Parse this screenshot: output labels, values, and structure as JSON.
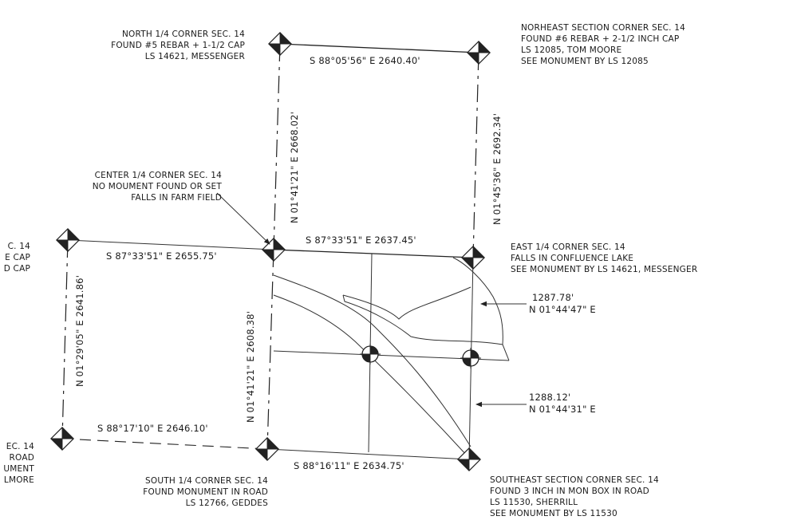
{
  "corners": {
    "north_quarter": [
      "NORTH 1/4 CORNER SEC. 14",
      "FOUND #5 REBAR + 1-1/2 CAP",
      "LS 14621, MESSENGER"
    ],
    "northeast_section": [
      "NORHEAST SECTION CORNER SEC. 14",
      "FOUND #6 REBAR + 2-1/2 INCH CAP",
      "LS 12085, TOM MOORE",
      "SEE MONUMENT BY LS 12085"
    ],
    "center_quarter": [
      "CENTER 1/4 CORNER SEC. 14",
      "NO MOUMENT FOUND OR SET",
      "FALLS IN FARM FIELD"
    ],
    "east_quarter": [
      "EAST 1/4 CORNER SEC. 14",
      "FALLS IN CONFLUENCE LAKE",
      "SEE MONUMENT BY LS 14621, MESSENGER"
    ],
    "south_quarter": [
      "SOUTH 1/4 CORNER SEC. 14",
      "FOUND MONUMENT IN ROAD",
      "LS 12766, GEDDES"
    ],
    "southeast_section": [
      "SOUTHEAST SECTION CORNER SEC. 14",
      "FOUND 3 INCH IN MON BOX IN ROAD",
      "LS 11530, SHERRILL",
      "SEE MONUMENT BY LS 11530"
    ],
    "west_quarter_partial": [
      "C. 14",
      "E CAP",
      "D CAP"
    ],
    "southwest_partial": [
      "EC. 14",
      "ROAD",
      "UMENT",
      "LMORE"
    ]
  },
  "bearings": {
    "north_east_half": "S 88°05'56\" E 2640.40'",
    "center_east_west_east": "S 87°33'51\" E 2637.45'",
    "center_east_west_west": "S 87°33'51\" E 2655.75'",
    "north_center_line": "N 01°41'21\" E 2668.02'",
    "east_line_north": "N 01°45'36\" E 2692.34'",
    "west_line": "N 01°29'05\" E 2641.86'",
    "center_south_line": "N 01°41'21\" E 2608.38'",
    "south_west_half": "S 88°17'10\" E 2646.10'",
    "south_east_half": "S 88°16'11\" E 2634.75'"
  },
  "callouts": {
    "upper": {
      "distance": "1287.78'",
      "bearing": "N 01°44'47\" E"
    },
    "lower": {
      "distance": "1288.12'",
      "bearing": "N 01°44'31\" E"
    }
  }
}
